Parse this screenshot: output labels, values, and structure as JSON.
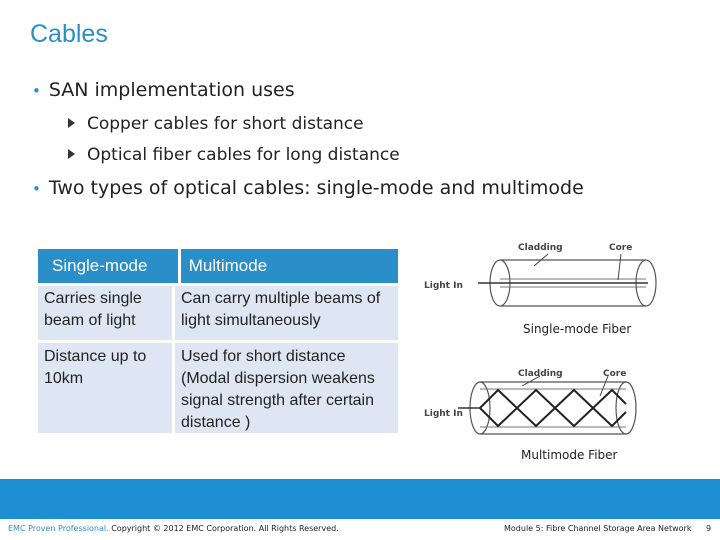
{
  "title": "Cables",
  "bullets": [
    {
      "text": "SAN implementation uses",
      "subitems": [
        "Copper cables for short distance",
        "Optical fiber cables for long distance"
      ]
    },
    {
      "text": "Two types of optical cables: single-mode and multimode"
    }
  ],
  "table": {
    "headers": [
      "Single-mode",
      "Multimode"
    ],
    "rows": [
      [
        "Carries single beam of light",
        "Can carry multiple beams of light simultaneously"
      ],
      [
        "Distance up to 10km",
        "Used for short distance (Modal dispersion weakens signal strength after certain distance )"
      ]
    ]
  },
  "diagrams": {
    "single_mode": {
      "cladding": "Cladding",
      "core": "Core",
      "light_in": "Light In",
      "caption": "Single-mode Fiber"
    },
    "multimode": {
      "cladding": "Cladding",
      "core": "Core",
      "light_in": "Light In",
      "caption": "Multimode Fiber"
    }
  },
  "footer": {
    "brand": "EMC Proven Professional.",
    "copyright": " Copyright © 2012 EMC Corporation. All Rights Reserved.",
    "module": "Module 5: Fibre Channel Storage Area Network",
    "page": "9"
  },
  "colors": {
    "accent": "#2a8fc9",
    "table_header": "#2a8fc9",
    "table_cell": "#dde6f2",
    "footer_bar": "#1e8fd2"
  }
}
